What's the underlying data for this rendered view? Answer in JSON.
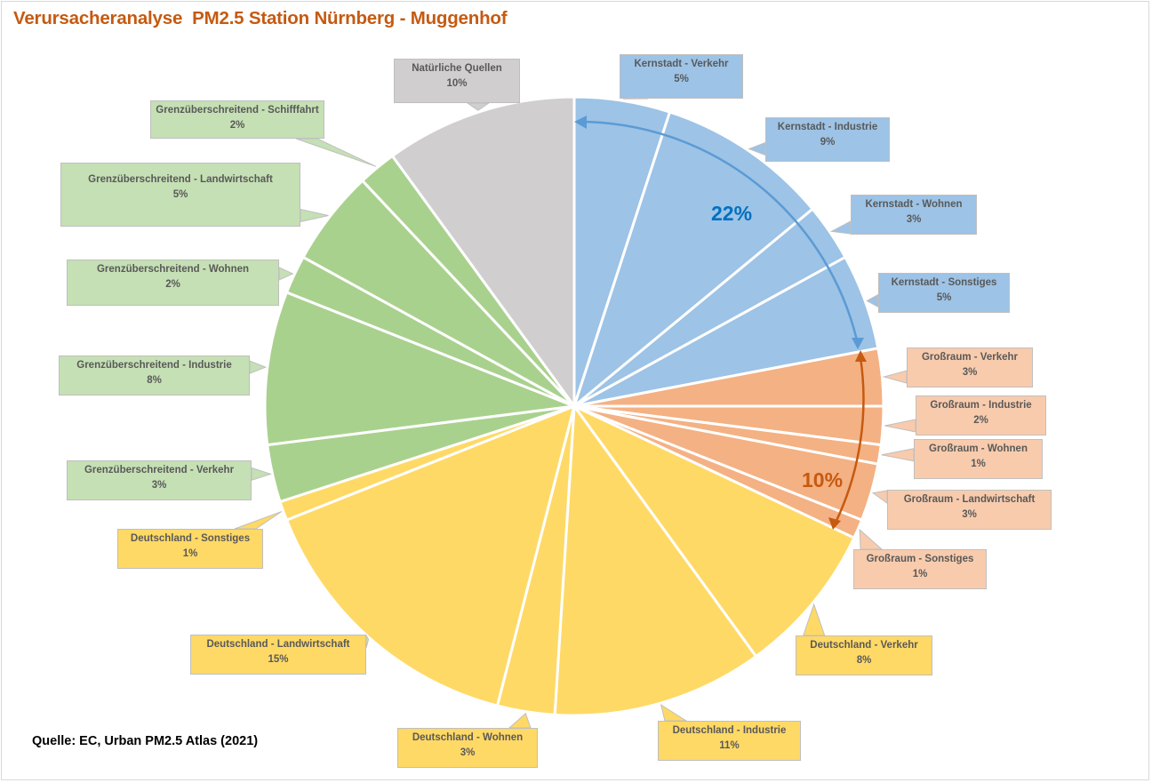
{
  "title": "Verursacheranalyse  PM2.5 Station Nürnberg - Muggenhof",
  "source": "Quelle: EC, Urban PM2.5 Atlas (2021)",
  "annotations": {
    "kernstadt_total": "22%",
    "grossraum_total": "10%"
  },
  "colors": {
    "kernstadt": "#9dc3e6",
    "grossraum": "#f4b183",
    "deutschland": "#ffd966",
    "grenz": "#a9d18e",
    "natuerlich": "#d0cece",
    "kernstadt_label": "#9dc3e6",
    "grossraum_label": "#f8cbad",
    "deutschland_label": "#ffd966",
    "grenz_label": "#c5e0b4",
    "natuerlich_label": "#d0cece",
    "arrow_blue": "#5b9bd5",
    "arrow_orange": "#c55a11",
    "text_blue": "#0070c0",
    "text_orange": "#c55a11"
  },
  "labels": [
    {
      "name": "Kernstadt - Verkehr",
      "pct": "5%"
    },
    {
      "name": "Kernstadt - Industrie",
      "pct": "9%"
    },
    {
      "name": "Kernstadt - Wohnen",
      "pct": "3%"
    },
    {
      "name": "Kernstadt - Sonstiges",
      "pct": "5%"
    },
    {
      "name": "Großraum - Verkehr",
      "pct": "3%"
    },
    {
      "name": "Großraum - Industrie",
      "pct": "2%"
    },
    {
      "name": "Großraum - Wohnen",
      "pct": "1%"
    },
    {
      "name": "Großraum - Landwirtschaft",
      "pct": "3%"
    },
    {
      "name": "Großraum - Sonstiges",
      "pct": "1%"
    },
    {
      "name": "Deutschland - Verkehr",
      "pct": "8%"
    },
    {
      "name": "Deutschland - Industrie",
      "pct": "11%"
    },
    {
      "name": "Deutschland - Wohnen",
      "pct": "3%"
    },
    {
      "name": "Deutschland - Landwirtschaft",
      "pct": "15%"
    },
    {
      "name": "Deutschland - Sonstiges",
      "pct": "1%"
    },
    {
      "name": "Grenzüberschreitend  - Verkehr",
      "pct": "3%"
    },
    {
      "name": "Grenzüberschreitend  - Industrie",
      "pct": "8%"
    },
    {
      "name": "Grenzüberschreitend  - Wohnen",
      "pct": "2%"
    },
    {
      "name": "Grenzüberschreitend  - Landwirtschaft",
      "pct": "5%"
    },
    {
      "name": "Grenzüberschreitend  - Schifffahrt",
      "pct": "2%"
    },
    {
      "name": "Natürliche Quellen",
      "pct": "10%"
    }
  ],
  "chart_data": {
    "type": "pie",
    "title": "Verursacheranalyse  PM2.5 Station Nürnberg - Muggenhof",
    "start_angle": "12 o'clock, clockwise",
    "categories": [
      "Kernstadt - Verkehr",
      "Kernstadt - Industrie",
      "Kernstadt - Wohnen",
      "Kernstadt - Sonstiges",
      "Großraum - Verkehr",
      "Großraum - Industrie",
      "Großraum - Wohnen",
      "Großraum - Landwirtschaft",
      "Großraum - Sonstiges",
      "Deutschland - Verkehr",
      "Deutschland - Industrie",
      "Deutschland - Wohnen",
      "Deutschland - Landwirtschaft",
      "Deutschland - Sonstiges",
      "Grenzüberschreitend - Verkehr",
      "Grenzüberschreitend - Industrie",
      "Grenzüberschreitend - Wohnen",
      "Grenzüberschreitend - Landwirtschaft",
      "Grenzüberschreitend - Schifffahrt",
      "Natürliche Quellen"
    ],
    "values": [
      5,
      9,
      3,
      5,
      3,
      2,
      1,
      3,
      1,
      8,
      11,
      3,
      15,
      1,
      3,
      8,
      2,
      5,
      2,
      10
    ],
    "groups": [
      {
        "name": "Kernstadt",
        "total": 22,
        "color": "#9dc3e6"
      },
      {
        "name": "Großraum",
        "total": 10,
        "color": "#f4b183"
      },
      {
        "name": "Deutschland",
        "total": 38,
        "color": "#ffd966"
      },
      {
        "name": "Grenzüberschreitend",
        "total": 20,
        "color": "#a9d18e"
      },
      {
        "name": "Natürliche Quellen",
        "total": 10,
        "color": "#d0cece"
      }
    ],
    "annotations": [
      "22% (Kernstadt arc arrow)",
      "10% (Großraum arc arrow)"
    ],
    "unit": "%",
    "legend": "none (callout data labels)",
    "source": "Quelle: EC, Urban PM2.5 Atlas (2021)"
  }
}
